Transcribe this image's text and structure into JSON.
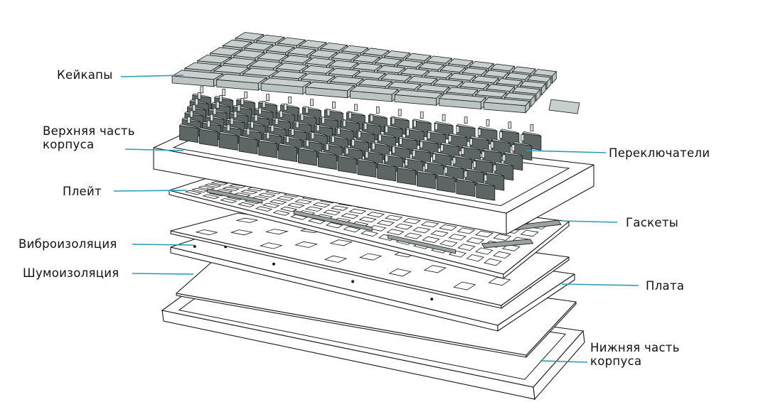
{
  "colors": {
    "outline": "#1a1a1a",
    "keycap": "#bcc3c3",
    "keycap_top": "#c9cfcf",
    "switch": "#5e6565",
    "switch_stem": "#d9dede",
    "gasket": "#9aa2a2",
    "leader": "#2a9db8",
    "label": "#111111",
    "fill": "#ffffff"
  },
  "labels": {
    "keycaps": "Кейкапы",
    "top_case_1": "Верхняя часть",
    "top_case_2": "корпуса",
    "plate": "Плейт",
    "vibration": "Виброизоляция",
    "noise": "Шумоизоляция",
    "switches": "Переключатели",
    "gaskets": "Гаскеты",
    "pcb": "Плата",
    "bottom_case_1": "Нижняя часть",
    "bottom_case_2": "корпуса"
  }
}
